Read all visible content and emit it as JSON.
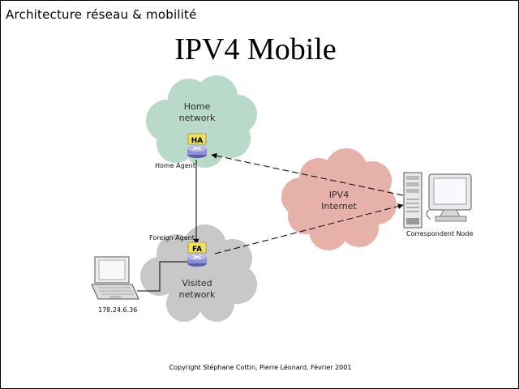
{
  "header": {
    "label": "Architecture réseau & mobilité"
  },
  "title": "IPV4 Mobile",
  "nodes": {
    "home_network": {
      "line1": "Home",
      "line2": "network"
    },
    "home_agent": {
      "tag": "HA",
      "caption": "Home Agent"
    },
    "internet": {
      "line1": "IPV4",
      "line2": "Internet"
    },
    "foreign_agent": {
      "tag": "FA",
      "caption": "Foreign Agent"
    },
    "visited_network": {
      "line1": "Visited",
      "line2": "network"
    },
    "correspondent": {
      "caption": "Correspondent Node"
    },
    "mobile_node": {
      "caption": "178.24.6.36"
    }
  },
  "colors": {
    "home_cloud": "#b9dccb",
    "internet_cloud": "#eab0a8",
    "visited_cloud": "#c9c9c9",
    "agent_tag": "#f3e15a",
    "router": "#8c8fd6"
  },
  "footer": {
    "copyright": "Copyright Stéphane Cottin, Pierre Léonard, Février 2001"
  }
}
